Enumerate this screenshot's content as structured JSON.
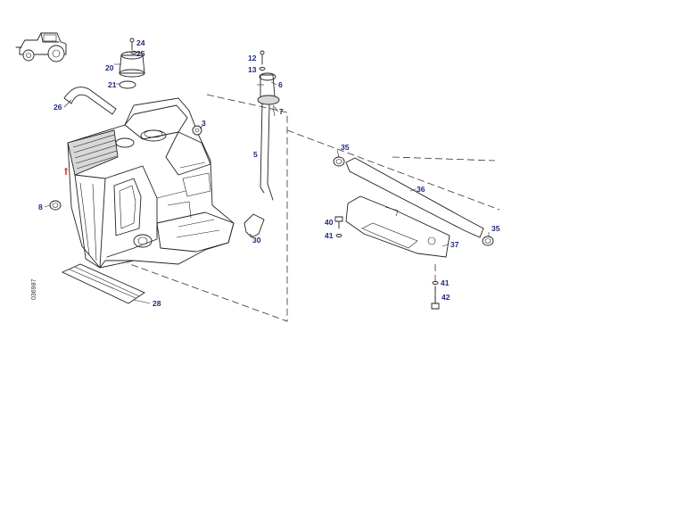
{
  "drawing_id": "036987",
  "callouts": [
    {
      "label": "24"
    },
    {
      "label": "25"
    },
    {
      "label": "20"
    },
    {
      "label": "21"
    },
    {
      "label": "26"
    },
    {
      "label": "3"
    },
    {
      "label": "8"
    },
    {
      "label": "28"
    },
    {
      "label": "30"
    },
    {
      "label": "12"
    },
    {
      "label": "13"
    },
    {
      "label": "6"
    },
    {
      "label": "7"
    },
    {
      "label": "5"
    },
    {
      "label": "35"
    },
    {
      "label": "36"
    },
    {
      "label": "40"
    },
    {
      "label": "41"
    },
    {
      "label": "37"
    },
    {
      "label": "35"
    },
    {
      "label": "41"
    },
    {
      "label": "42"
    }
  ],
  "icons": {
    "tractor": "tractor-icon",
    "warning_mark": "red-marker-icon"
  },
  "colors": {
    "callout_text": "#1f2a80",
    "linework": "#222222",
    "marker": "#d62020"
  }
}
